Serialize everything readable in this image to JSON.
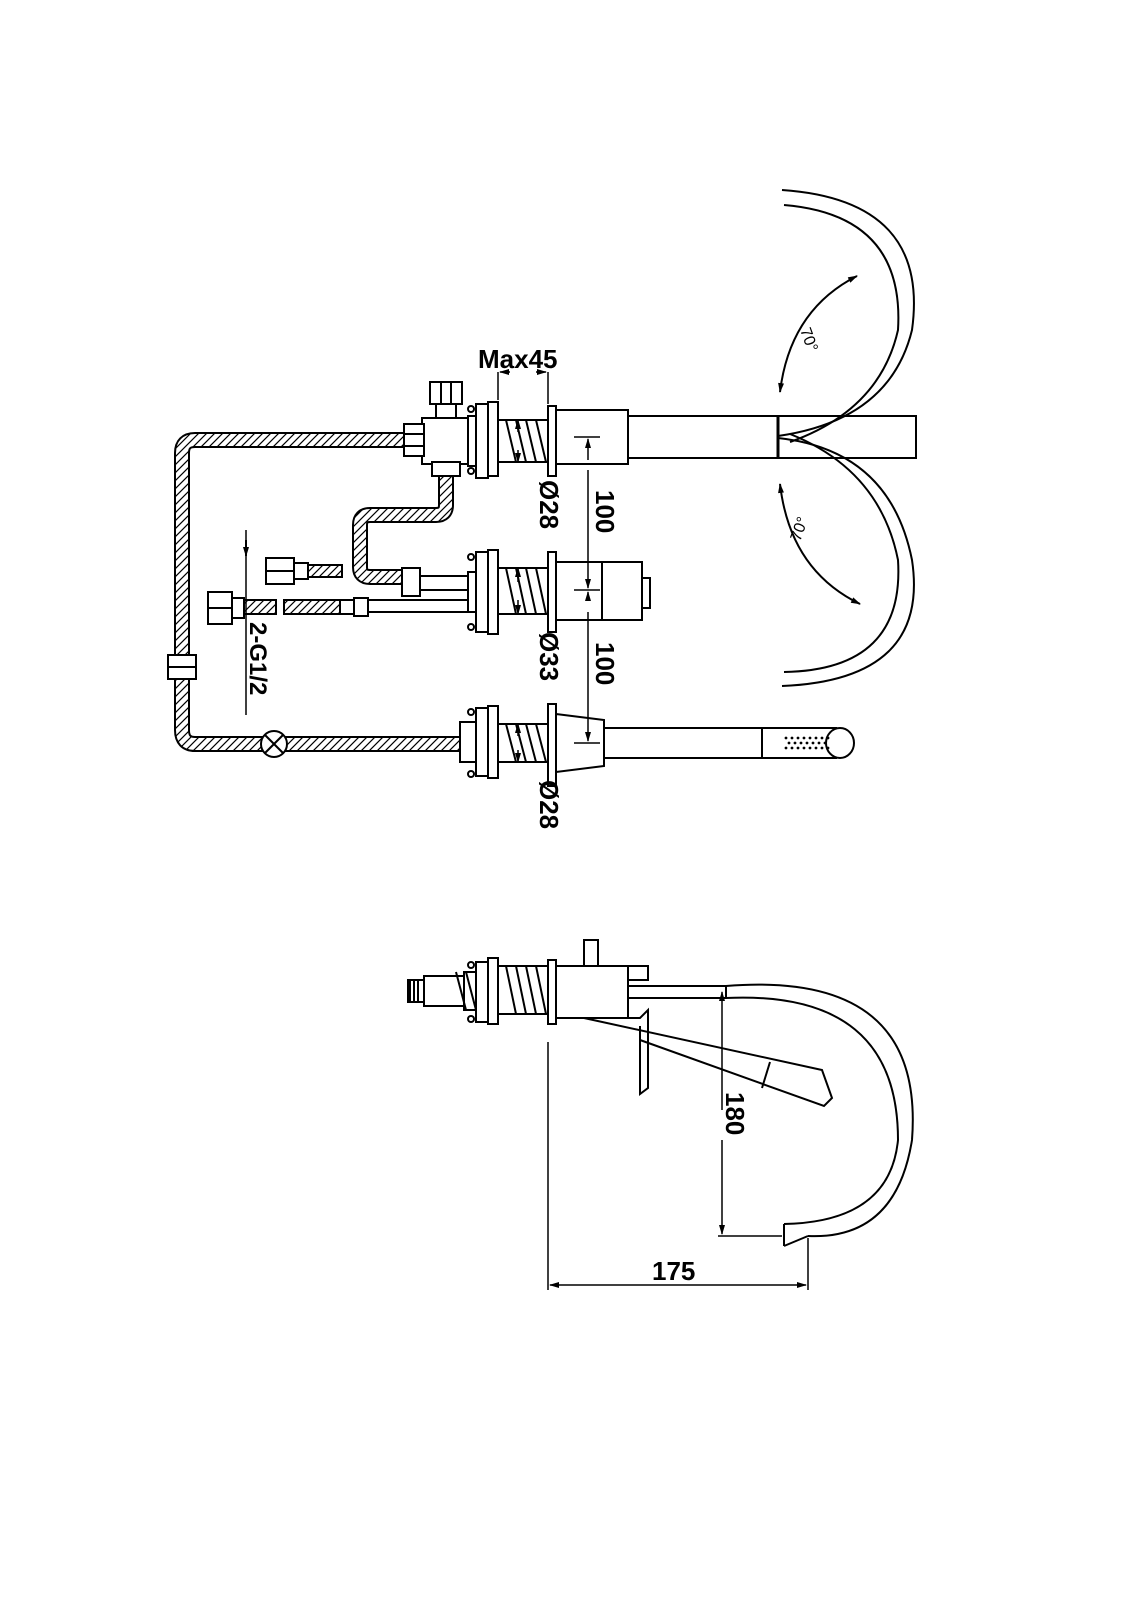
{
  "drawing": {
    "labels": {
      "max_depth": "Max45",
      "spout_diameter": "Ø28",
      "handle_diameter": "Ø33",
      "handshower_diameter": "Ø28",
      "spacing_upper": "100",
      "spacing_lower": "100",
      "inlet_thread": "2-G1/2",
      "swivel_angle_upper": "70°",
      "swivel_angle_lower": "70°",
      "side_height": "180",
      "side_reach": "175"
    }
  }
}
